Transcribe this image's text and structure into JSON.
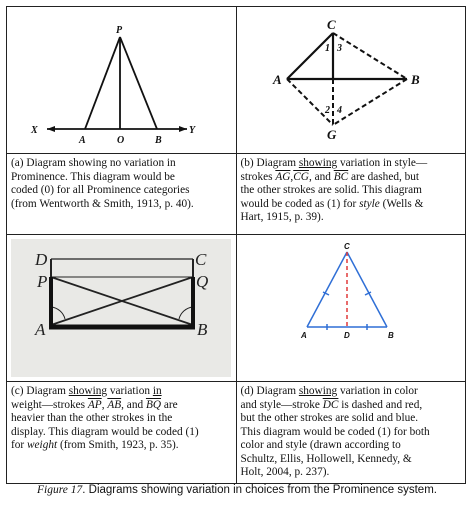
{
  "panel_a": {
    "labels": {
      "P": "P",
      "X": "X",
      "A": "A",
      "O": "O",
      "B": "B",
      "Y": "Y"
    },
    "caption": {
      "l1": "(a) Diagram showing no variation in",
      "l2": "Prominence. This diagram would be",
      "l3": "coded (0) for all Prominence categories",
      "l4": "(from Wentworth & Smith, 1913, p. 40)."
    }
  },
  "panel_b": {
    "labels": {
      "C": "C",
      "A": "A",
      "B": "B",
      "G": "G",
      "n1": "1",
      "n3": "3",
      "n2": "2",
      "n4": "4"
    },
    "caption": {
      "l1a": "(b) Diagram ",
      "l1b": "showing",
      "l1c": " variation in style—",
      "l2a": "strokes ",
      "ag": "AG",
      "c1": ",",
      "cg": "CG",
      "l2b": ", and ",
      "bc": "BC",
      "l2c": " are dashed, but",
      "l3": "the other strokes are solid. This diagram",
      "l4a": "would be coded as (1) for ",
      "style": "style",
      "l4b": " (Wells &",
      "l5": "Hart, 1915, p. 39)."
    }
  },
  "panel_c": {
    "labels": {
      "D": "D",
      "C": "C",
      "P": "P",
      "Q": "Q",
      "A": "A",
      "B": "B"
    },
    "caption": {
      "l1a": "(c) Diagram ",
      "l1b": "showing",
      "l1c": " variation ",
      "l1d": "in",
      "l2a": "weight—strokes ",
      "ap": "AP",
      "c1": ", ",
      "ab": "AB",
      "l2b": ", and ",
      "bq": "BQ",
      "l2c": " are",
      "l3": "heavier than the other strokes in the",
      "l4": "display. This diagram would be coded (1)",
      "l5a": "for ",
      "weight": "weight",
      "l5b": " (from Smith, 1923, p. 35)."
    }
  },
  "panel_d": {
    "labels": {
      "C": "C",
      "A": "A",
      "D": "D",
      "B": "B"
    },
    "colors": {
      "solid": "#2f6fd6",
      "dashed": "#e03a3a"
    },
    "caption": {
      "l1a": "(d) Diagram ",
      "l1b": "showing",
      "l1c": " variation in color",
      "l2a": "and style—stroke ",
      "dc": "DC",
      "l2b": " is dashed and red,",
      "l3": "but the other strokes are solid and blue.",
      "l4": "This diagram would be coded (1) for both",
      "l5": "color and style (drawn according to",
      "l6": "Schultz, Ellis, Hollowell, Kennedy, &",
      "l7": "Holt, 2004, p. 237)."
    }
  },
  "figure_caption": {
    "label": "Figure 17",
    "text": ". Diagrams showing variation in choices from the Prominence system."
  }
}
